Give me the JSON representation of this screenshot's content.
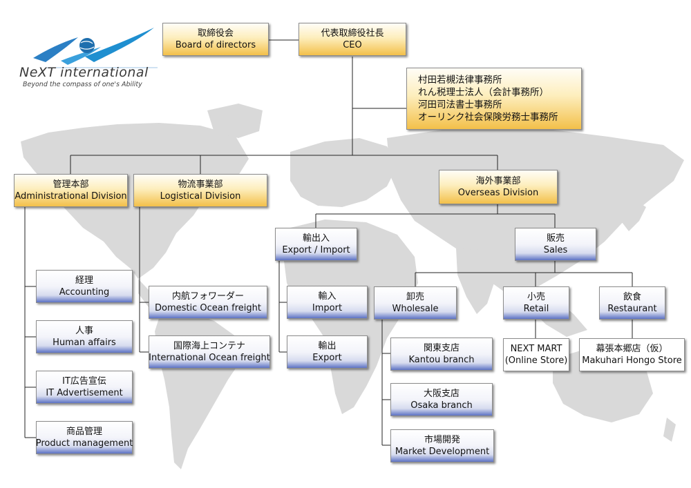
{
  "logo": {
    "name": "NeXT  international",
    "tagline": "Beyond the compass of one's Ability",
    "colors": {
      "primary": "#1f8fd0",
      "accent": "#c0272d"
    }
  },
  "nodes": {
    "board": {
      "ja": "取締役会",
      "en": "Board of directors"
    },
    "ceo": {
      "ja": "代表取締役社長",
      "en": "CEO"
    },
    "advisors": [
      "村田若槻法律事務所",
      "れん税理士法人（会計事務所）",
      "河田司法書士事務所",
      "オーリンク社会保険労務士事務所"
    ],
    "admin": {
      "ja": "管理本部",
      "en": "Administrational Division"
    },
    "logistics": {
      "ja": "物流事業部",
      "en": "Logistical Division"
    },
    "overseas": {
      "ja": "海外事業部",
      "en": "Overseas Division"
    },
    "accounting": {
      "ja": "経理",
      "en": "Accounting"
    },
    "human": {
      "ja": "人事",
      "en": "Human affairs"
    },
    "itad": {
      "ja": "IT広告宣伝",
      "en": "IT Advertisement"
    },
    "product": {
      "ja": "商品管理",
      "en": "Product management"
    },
    "domestic": {
      "ja": "内航フォワーダー",
      "en": "Domestic Ocean freight"
    },
    "intl": {
      "ja": "国際海上コンテナ",
      "en": "International Ocean freight"
    },
    "expimp": {
      "ja": "輸出入",
      "en": "Export / Import"
    },
    "import": {
      "ja": "輸入",
      "en": "Import"
    },
    "export": {
      "ja": "輸出",
      "en": "Export"
    },
    "sales": {
      "ja": "販売",
      "en": "Sales"
    },
    "wholesale": {
      "ja": "卸売",
      "en": "Wholesale"
    },
    "kantou": {
      "ja": "関東支店",
      "en": "Kantou branch"
    },
    "osaka": {
      "ja": "大阪支店",
      "en": "Osaka branch"
    },
    "market": {
      "ja": "市場開発",
      "en": "Market Development"
    },
    "retail": {
      "ja": "小売",
      "en": "Retail"
    },
    "restaurant": {
      "ja": "飲食",
      "en": "Restaurant"
    },
    "nextmart": {
      "ja": "NEXT MART",
      "en": "(Online Store)"
    },
    "makuhari": {
      "ja": "幕張本郷店（仮）",
      "en": "Makuhari Hongo Store"
    }
  },
  "colors": {
    "gold_box": "#f3c04a",
    "blue_box": "#5d72c4",
    "map": "#d9d9d9",
    "line": "#222222"
  }
}
